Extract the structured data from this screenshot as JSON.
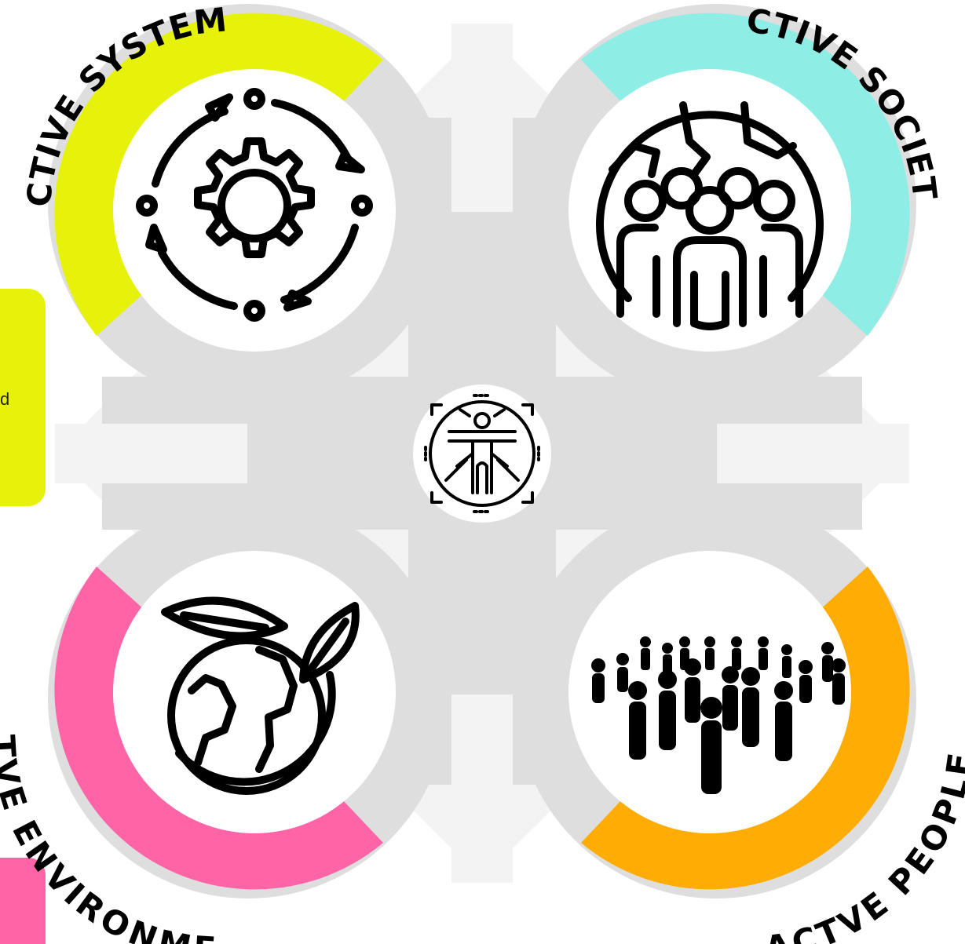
{
  "colors": {
    "background": "#ffffff",
    "diamond": "#f3f3f3",
    "track": "#dedede",
    "track_shadow": "#c8c8c8",
    "systems": "#e6f20a",
    "society": "#8eeee6",
    "environment": "#ff64a6",
    "people": "#ffad05",
    "icon": "#000000",
    "text": "#000000"
  },
  "quadrants": {
    "systems": {
      "label": "ACTIVE SYSTEMS",
      "icon": "gear-cycle-icon"
    },
    "society": {
      "label": "ACTIVE SOCIETY",
      "icon": "community-globe-icon"
    },
    "environment": {
      "label": "ACTVE ENVIRONMENT",
      "icon": "earth-leaves-icon"
    },
    "people": {
      "label": "ACTVE PEOPLE",
      "icon": "crowd-icon"
    }
  },
  "center": {
    "icon": "vitruvian-man-icon"
  },
  "side_cards": [
    {
      "color": "#e6f20a",
      "text": "d"
    },
    {
      "color": "#ff64a6",
      "text": ""
    }
  ]
}
